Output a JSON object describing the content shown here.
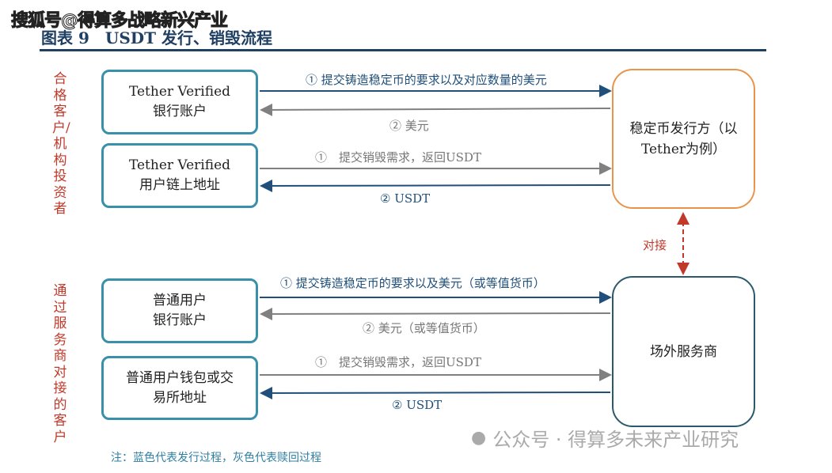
{
  "watermark_top": "搜狐号@得算多战略新兴产业",
  "title": "图表 9　USDT 发行、销毁流程",
  "groups": {
    "top": "合格客户/机构投资者",
    "bottom": "通过服务商对接的客户"
  },
  "left_boxes": [
    {
      "line1": "Tether Verified",
      "line2": "银行账户"
    },
    {
      "line1": "Tether Verified",
      "line2": "用户链上地址"
    },
    {
      "line1": "普通用户",
      "line2": "银行账户"
    },
    {
      "line1": "普通用户钱包或交",
      "line2": "易所地址"
    }
  ],
  "right_boxes": {
    "issuer": "稳定币发行方（以Tether为例）",
    "otc": "场外服务商"
  },
  "arrows": {
    "a1": "① 提交铸造稳定币的要求以及对应数量的美元",
    "a2": "② 美元",
    "a3": "①　提交销毁需求，返回USDT",
    "a4": "② USDT",
    "b1": "① 提交铸造稳定币的要求以及美元（或等值货币）",
    "b2": "②  美元（或等值货币）",
    "b3": "①　提交销毁需求，返回USDT",
    "b4": "② USDT"
  },
  "link_label": "对接",
  "note": "注：蓝色代表发行过程，灰色代表赎回过程",
  "watermark_bottom": "公众号 · 得算多未来产业研究",
  "colors": {
    "blue": "#1f4f7a",
    "gray": "#808080",
    "red": "#c0392b",
    "orange": "#e8944a",
    "teal": "#3a90ab"
  }
}
